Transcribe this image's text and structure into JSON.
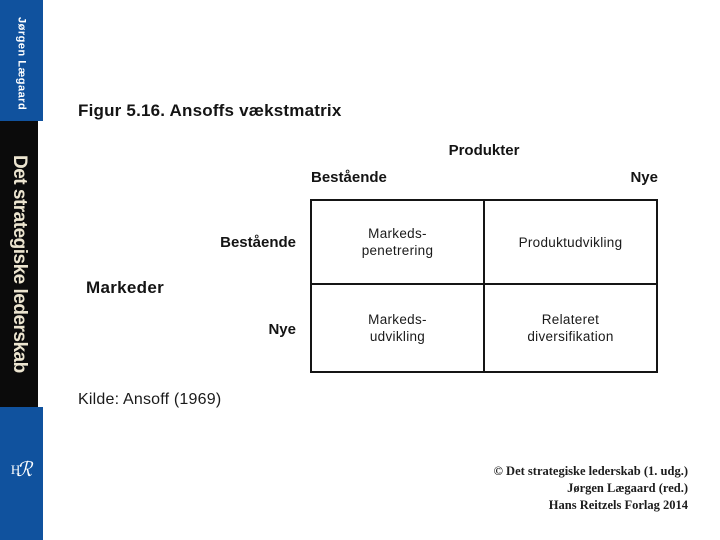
{
  "theme": {
    "colors": {
      "sidebar-blue": "#10529e",
      "sidebar-black": "#0b0b0b",
      "cream": "#ece5d0",
      "ink": "#141414"
    }
  },
  "sidebar": {
    "author_vertical": "Jørgen Lægaard",
    "book_title_vertical": "Det strategiske lederskab",
    "logo": {
      "name": "Hans Reitzels Forlag monogram",
      "h": "H",
      "r": "ℛ"
    }
  },
  "figure": {
    "title": "Figur 5.16. Ansoffs vækstmatrix",
    "matrix": {
      "top_axis_label": "Produkter",
      "left_axis_label": "Markeder",
      "col_labels": [
        "Bestående",
        "Nye"
      ],
      "row_labels": [
        "Bestående",
        "Nye"
      ],
      "cells": [
        {
          "lines": [
            "Markeds-",
            "penetrering"
          ]
        },
        {
          "lines": [
            "Produktudvikling"
          ]
        },
        {
          "lines": [
            "Markeds-",
            "udvikling"
          ]
        },
        {
          "lines": [
            "Relateret",
            "diversifikation"
          ]
        }
      ]
    },
    "source": "Kilde: Ansoff (1969)"
  },
  "footer": {
    "lines": [
      "© Det strategiske lederskab (1. udg.)",
      "Jørgen Lægaard (red.)",
      "Hans Reitzels Forlag 2014"
    ]
  }
}
